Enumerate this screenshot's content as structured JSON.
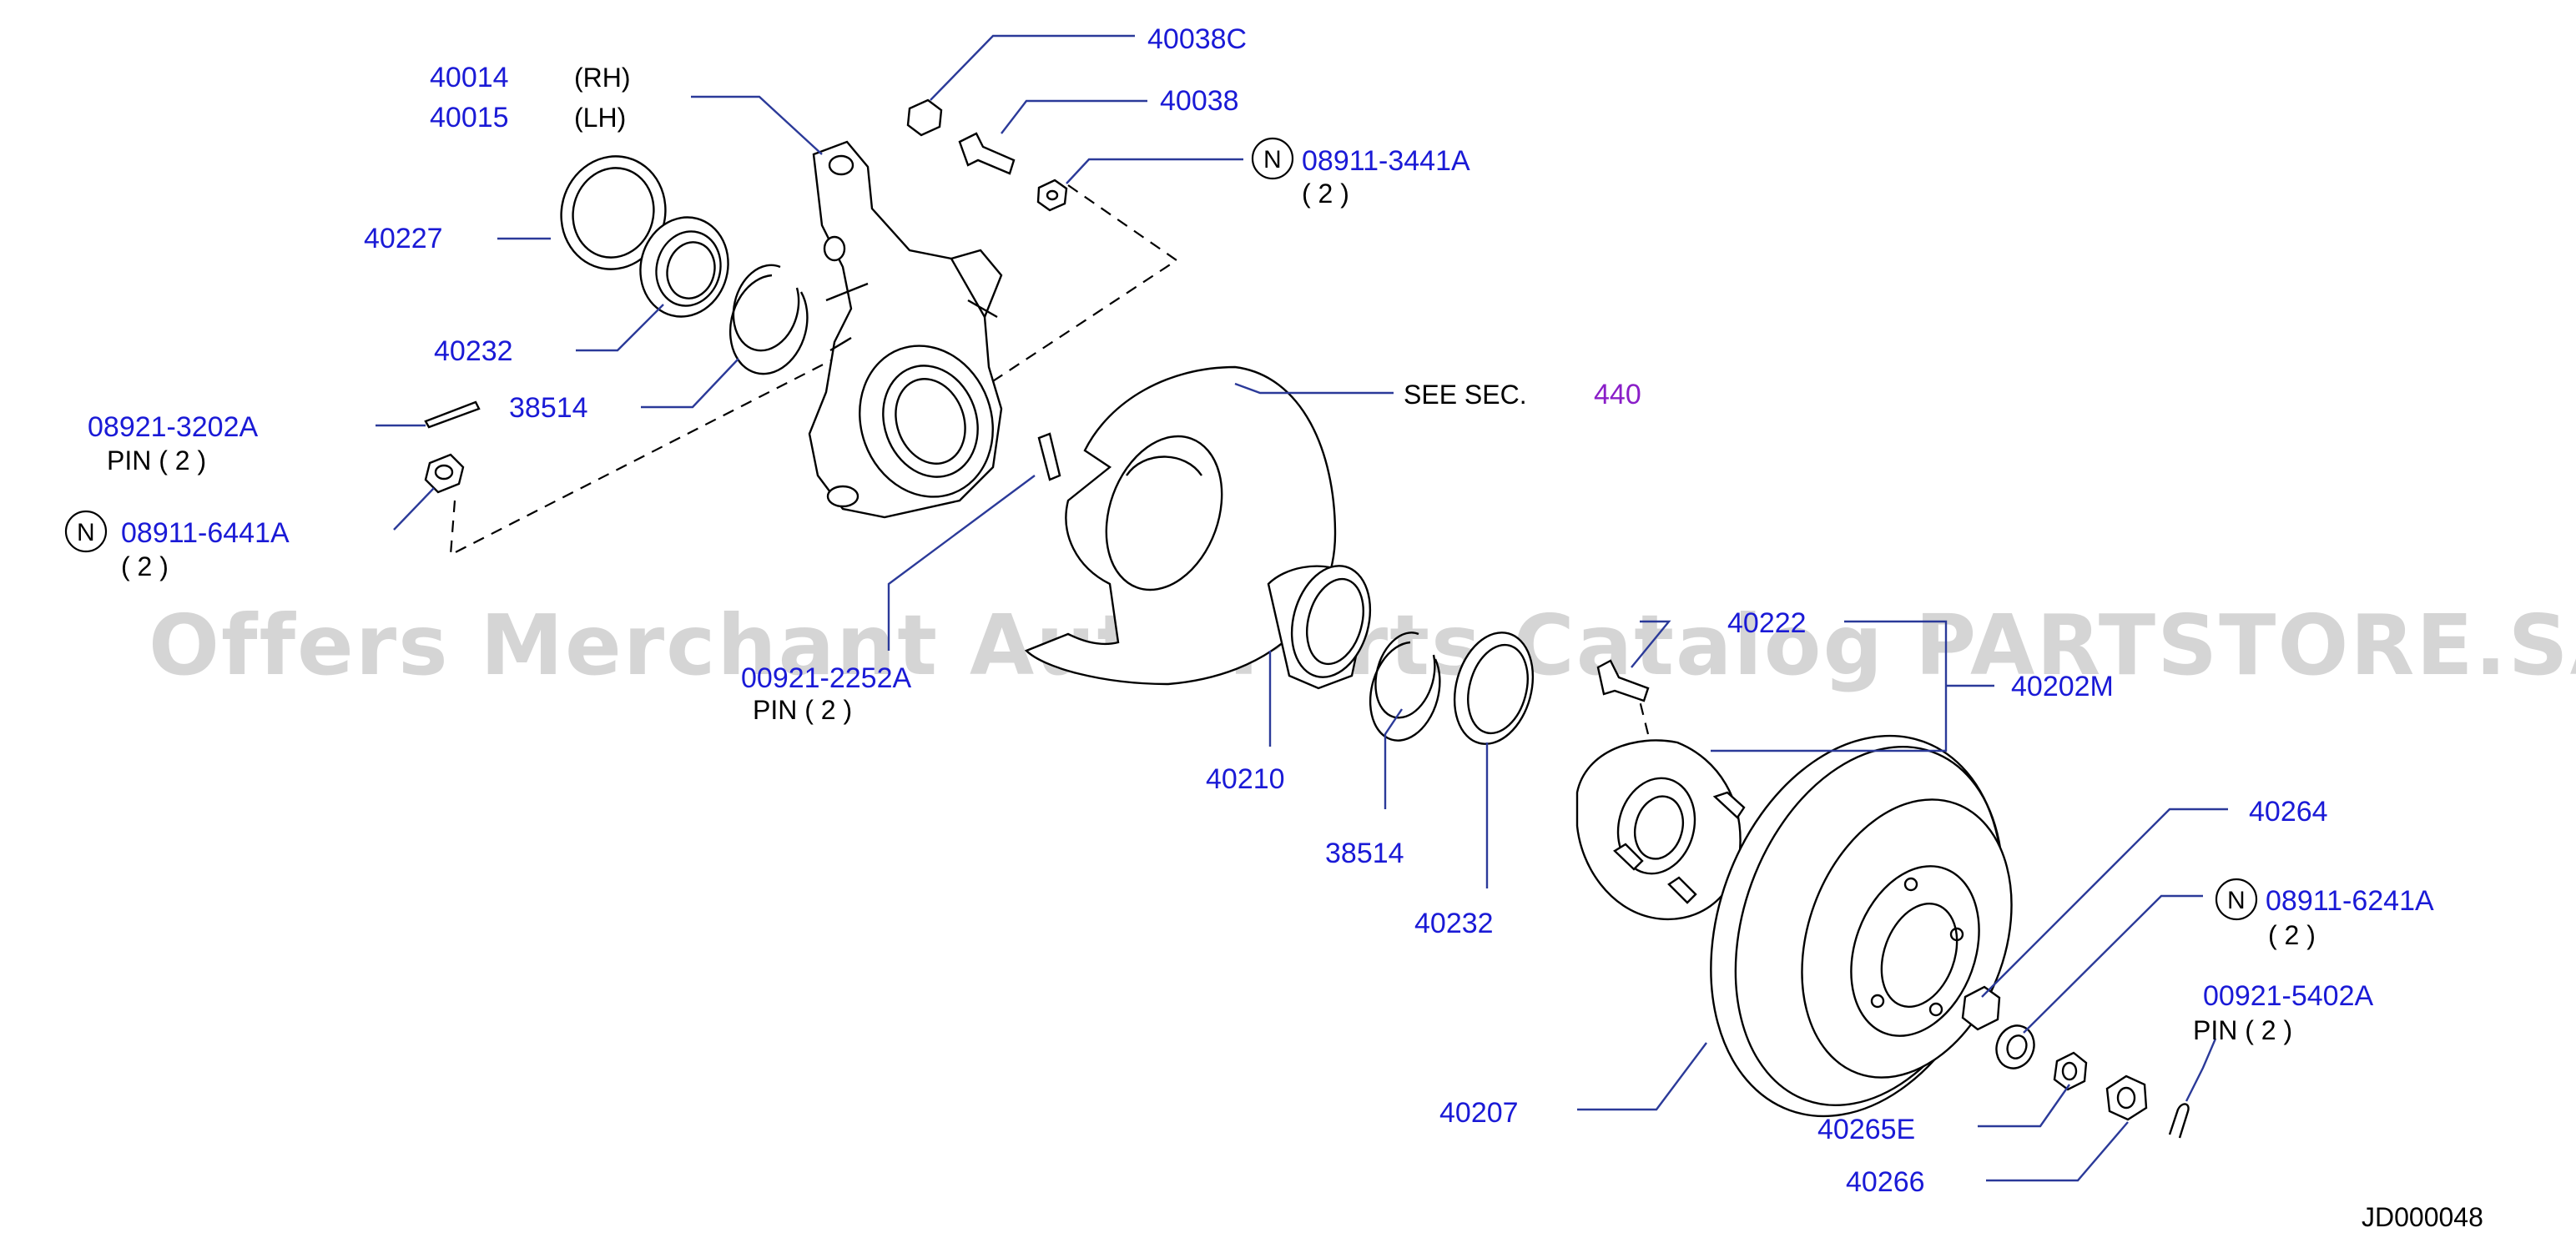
{
  "diagram_id": "JD000048",
  "watermark": "Offers Merchant Auto Parts Catalog PARTSTORE.SA",
  "see_sec": {
    "prefix": "SEE   SEC.",
    "number": "440"
  },
  "labels": {
    "p40014": "40014",
    "p40014_side": "(RH)",
    "p40015": "40015",
    "p40015_side": "(LH)",
    "p40227": "40227",
    "p40232_left": "40232",
    "p38514_left": "38514",
    "p08921_3202A": "08921-3202A",
    "p08921_3202A_note": "PIN   ( 2 )",
    "p08911_6441A": "08911-6441A",
    "p08911_6441A_qty": "( 2    )",
    "p40038C": "40038C",
    "p40038": "40038",
    "p08911_3441A": "08911-3441A",
    "p08911_3441A_qty": "( 2    )",
    "p00921_2252A": "00921-2252A",
    "p00921_2252A_note": "PIN    ( 2 )",
    "p40210": "40210",
    "p38514_right": "38514",
    "p40232_right": "40232",
    "p40222": "40222",
    "p40202M": "40202M",
    "p40264": "40264",
    "p08911_6241A": "08911-6241A",
    "p08911_6241A_qty": "( 2    )",
    "p00921_5402A": "00921-5402A",
    "p00921_5402A_note": "PIN       ( 2 )",
    "p40207": "40207",
    "p40265E": "40265E",
    "p40266": "40266",
    "n_symbol": "N"
  },
  "colors": {
    "label": "#1a1ad6",
    "see_sec": "#8a1ec8",
    "leader": "#2b3a99",
    "line": "#000000"
  }
}
